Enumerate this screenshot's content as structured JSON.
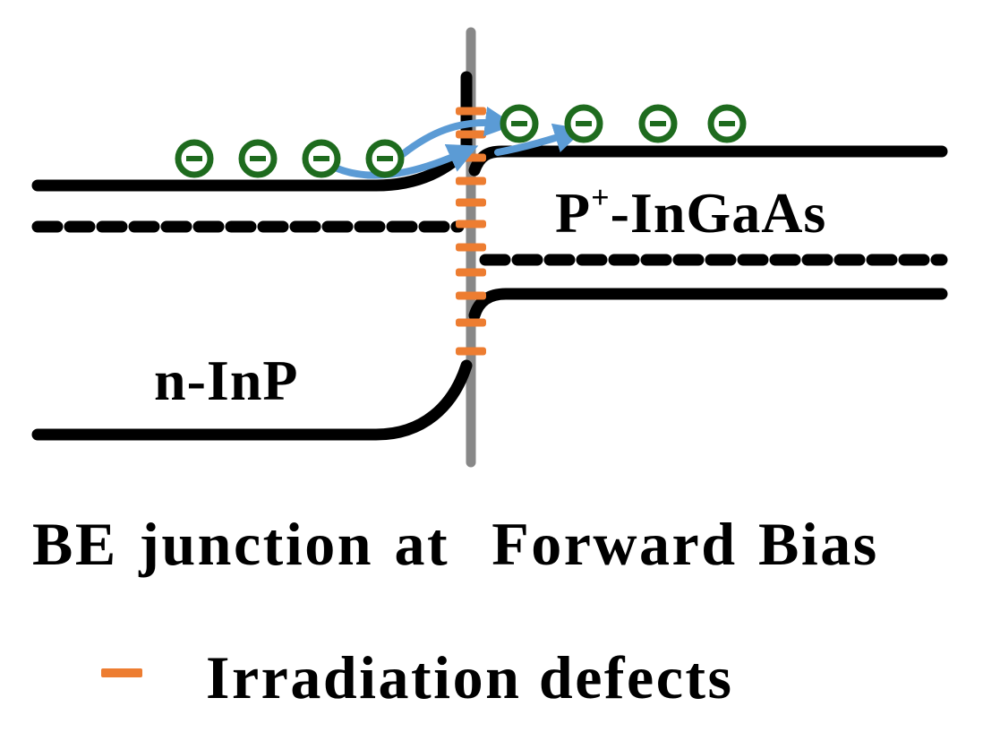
{
  "labels": {
    "p_side_main": "P",
    "p_side_sup": "+",
    "p_side_rest": "-InGaAs",
    "n_side": "n-InP",
    "caption_part1": "BE junction at",
    "caption_part2": "Forward Bias",
    "legend_defects": "Irradiation defects"
  },
  "electron_symbol": "−",
  "colors": {
    "band_line": "#000000",
    "junction_line": "#888888",
    "defect": "#ed7d31",
    "electron": "#1e6b1e",
    "arrow": "#5b9bd5"
  },
  "counts": {
    "electrons_n_side": 4,
    "electrons_p_side": 4,
    "defect_marks": 11
  }
}
